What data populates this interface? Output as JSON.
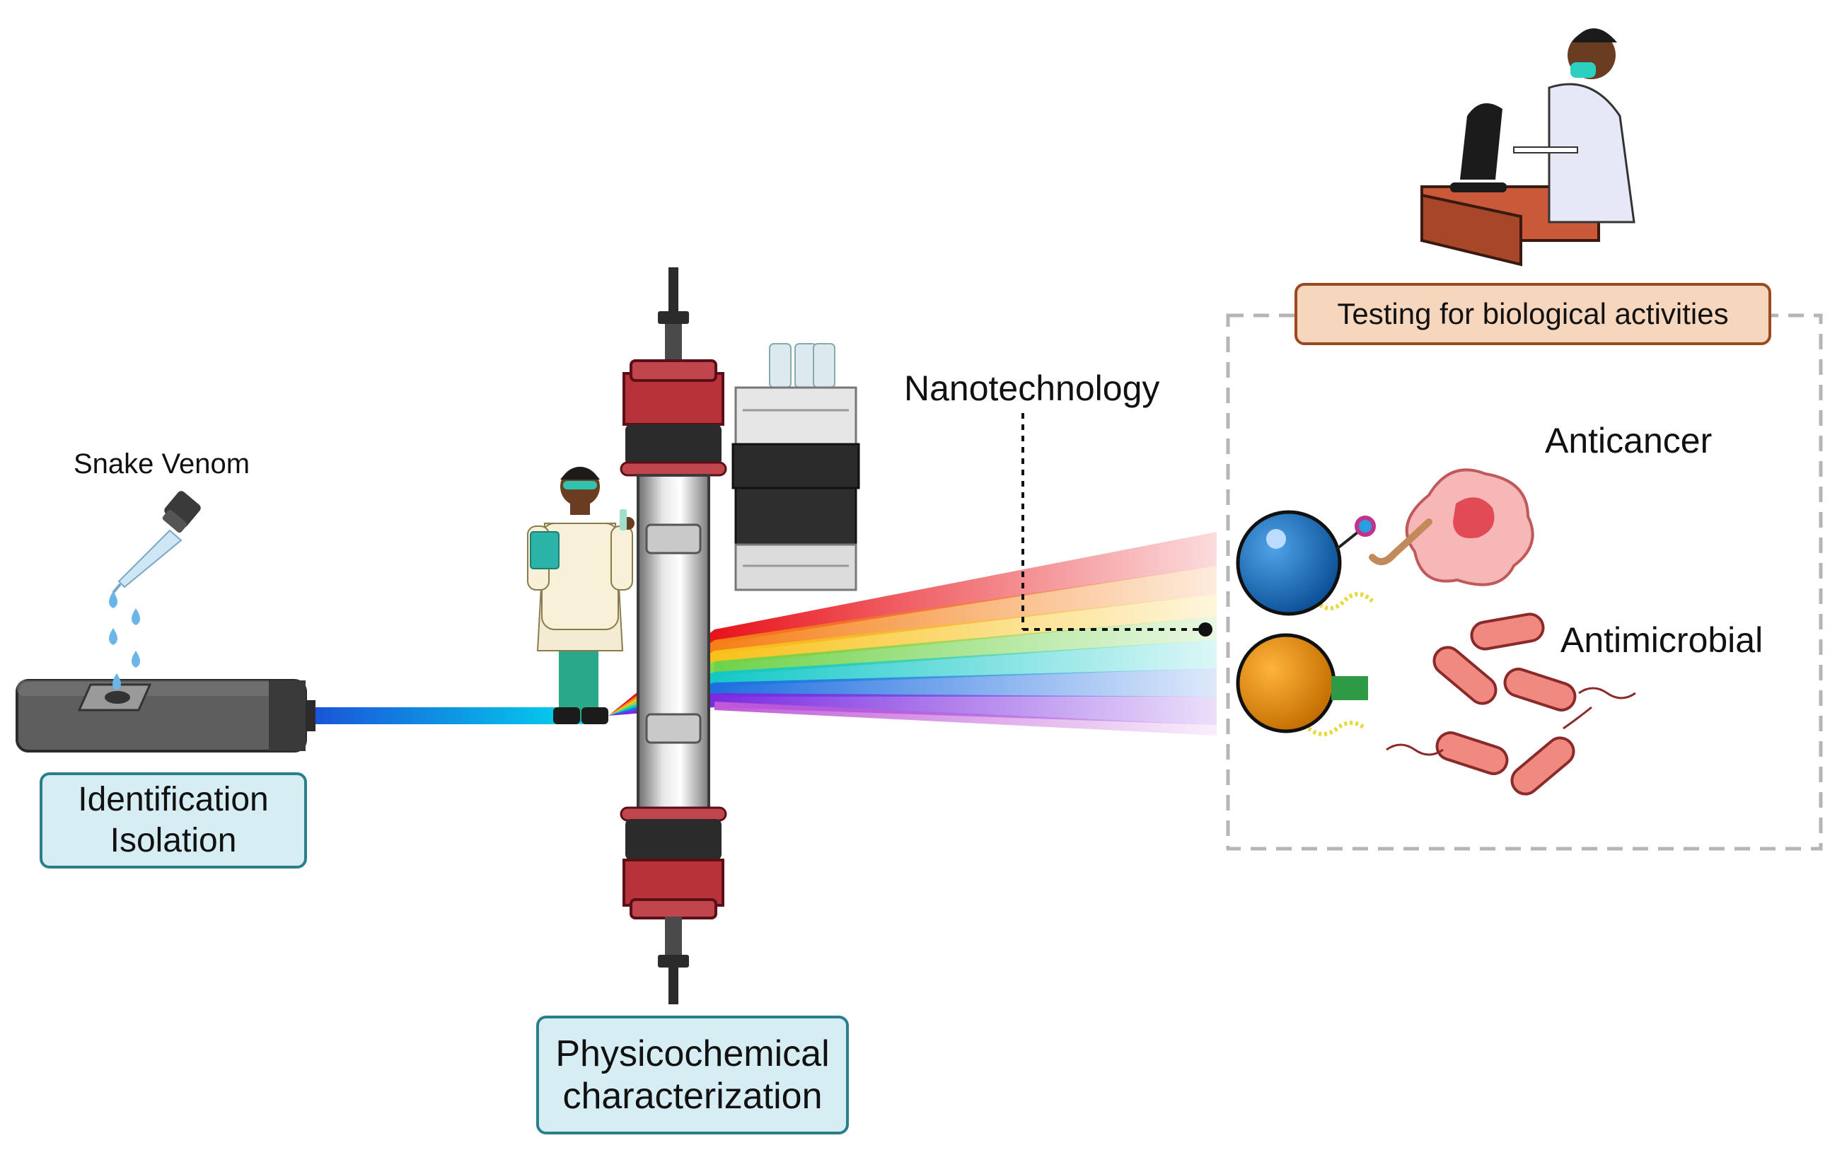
{
  "labels": {
    "snake_venom": "Snake Venom",
    "nanotechnology": "Nanotechnology",
    "anticancer": "Anticancer",
    "antimicrobial": "Antimicrobial"
  },
  "boxes": {
    "identification_line1": "Identification",
    "identification_line2": "Isolation",
    "physicochemical_line1": "Physicochemical",
    "physicochemical_line2": "characterization",
    "testing": "Testing for biological activities"
  },
  "colors": {
    "box_teal_fill": "#d6eef3",
    "box_teal_border": "#2b7f8c",
    "box_peach_fill": "#f6d6bc",
    "box_peach_border": "#9a4a1f",
    "rainbow": [
      "#e8141b",
      "#f57f17",
      "#f8c21a",
      "#7ed957",
      "#14c8c8",
      "#1f6fe0",
      "#7a2be0",
      "#c05ad8"
    ],
    "nanoparticle_blue": "#1a73c4",
    "nanoparticle_orange": "#ec8a00"
  }
}
